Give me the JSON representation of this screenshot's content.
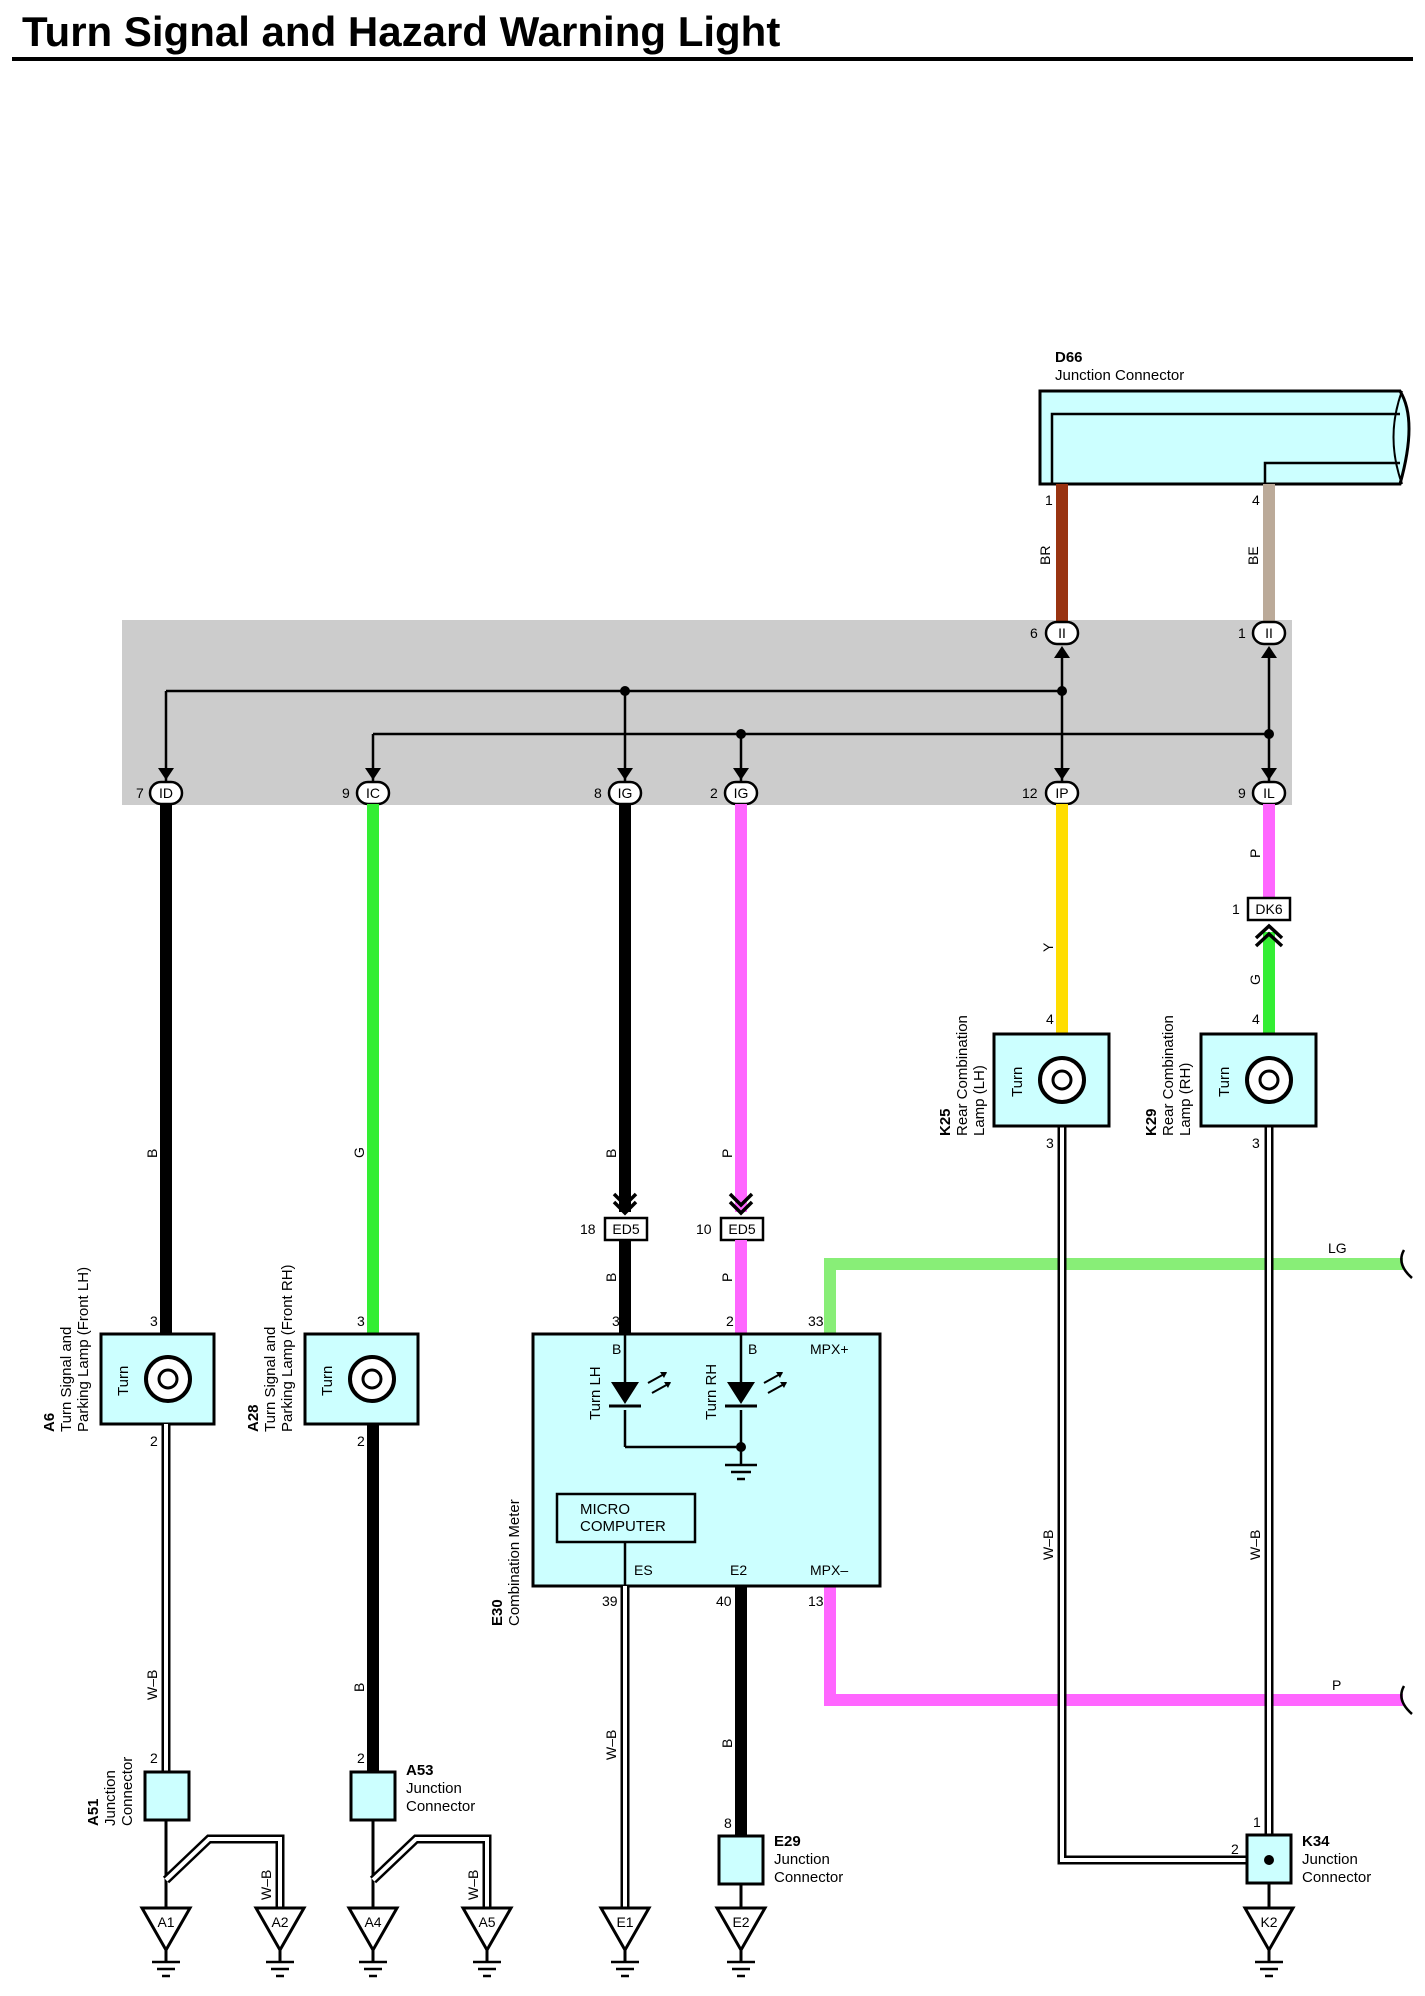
{
  "title": "Turn Signal and Hazard Warning Light",
  "colors": {
    "B": "#000000",
    "G": "#33ee33",
    "P": "#ff66ff",
    "Y": "#ffdd00",
    "BR": "#993311",
    "BE": "#bbaa99",
    "LG": "#88ee77",
    "WB": "#ffffff",
    "component_fill": "#ccffff",
    "junction_block": "#cccccc"
  },
  "components": {
    "d66": {
      "id": "D66",
      "name": "Junction Connector",
      "pins": [
        "1",
        "4"
      ]
    },
    "a6": {
      "id": "A6",
      "name1": "Turn Signal and",
      "name2": "Parking Lamp (Front LH)",
      "inner": "Turn",
      "pins": [
        "3",
        "2"
      ]
    },
    "a28": {
      "id": "A28",
      "name1": "Turn Signal and",
      "name2": "Parking Lamp (Front RH)",
      "inner": "Turn",
      "pins": [
        "3",
        "2"
      ]
    },
    "e30": {
      "id": "E30",
      "name": "Combination Meter",
      "pins": [
        "3",
        "2",
        "33",
        "39",
        "40",
        "13"
      ],
      "terminals": [
        "B",
        "B",
        "MPX+",
        "ES",
        "E2",
        "MPX–"
      ],
      "lamp_lh": "Turn LH",
      "lamp_rh": "Turn RH",
      "micro1": "MICRO",
      "micro2": "COMPUTER"
    },
    "k25": {
      "id": "K25",
      "name1": "Rear Combination",
      "name2": "Lamp (LH)",
      "inner": "Turn",
      "pins": [
        "4",
        "3"
      ]
    },
    "k29": {
      "id": "K29",
      "name1": "Rear Combination",
      "name2": "Lamp (RH)",
      "inner": "Turn",
      "pins": [
        "4",
        "3"
      ]
    },
    "a51": {
      "id": "A51",
      "name1": "Junction",
      "name2": "Connector",
      "pin": "2"
    },
    "a53": {
      "id": "A53",
      "name1": "Junction",
      "name2": "Connector",
      "pin": "2"
    },
    "e29": {
      "id": "E29",
      "name1": "Junction",
      "name2": "Connector",
      "pin": "8"
    },
    "k34": {
      "id": "K34",
      "name1": "Junction",
      "name2": "Connector",
      "pin1": "1",
      "pin2": "2"
    }
  },
  "junction_connectors": {
    "ii1": {
      "label": "II",
      "pin": "6"
    },
    "ii2": {
      "label": "II",
      "pin": "1"
    },
    "id": {
      "label": "ID",
      "pin": "7"
    },
    "ic": {
      "label": "IC",
      "pin": "9"
    },
    "ig1": {
      "label": "IG",
      "pin": "8"
    },
    "ig2": {
      "label": "IG",
      "pin": "2"
    },
    "ip": {
      "label": "IP",
      "pin": "12"
    },
    "il": {
      "label": "IL",
      "pin": "9"
    },
    "ed5a": {
      "label": "ED5",
      "pin": "18"
    },
    "ed5b": {
      "label": "ED5",
      "pin": "10"
    },
    "dk6": {
      "label": "DK6",
      "pin": "1"
    }
  },
  "wire_codes": {
    "br": "BR",
    "be": "BE",
    "b1": "B",
    "g1": "G",
    "b2": "B",
    "p1": "P",
    "b3": "B",
    "p2": "P",
    "y": "Y",
    "p3": "P",
    "g2": "G",
    "lg": "LG",
    "p4": "P",
    "wb1": "W–B",
    "wb2": "W–B",
    "wb3": "W–B",
    "wb4": "W–B",
    "wb5": "W–B",
    "wb6": "W–B",
    "b4": "B",
    "b5": "B"
  },
  "grounds": [
    "A1",
    "A2",
    "A4",
    "A5",
    "E1",
    "E2",
    "K2"
  ]
}
